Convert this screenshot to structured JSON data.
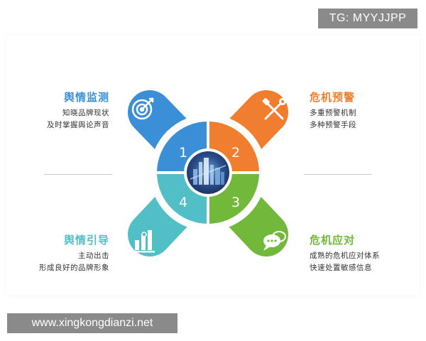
{
  "watermarks": {
    "tg": "TG: MYYJJPP",
    "site": "www.xingkongdianzi.net"
  },
  "center": {
    "numbers": [
      "1",
      "2",
      "3",
      "4"
    ]
  },
  "blocks": {
    "tl": {
      "title": "舆情监测",
      "lines": [
        "知晓品牌现状",
        "及时掌握舆论声音"
      ],
      "color": "#3a8fd6",
      "icon": "target-icon"
    },
    "tr": {
      "title": "危机预警",
      "lines": [
        "多重预警机制",
        "多种预警手段"
      ],
      "color": "#f07e2e",
      "icon": "tools-icon"
    },
    "bl": {
      "title": "舆情引导",
      "lines": [
        "主动出击",
        "形成良好的品牌形象"
      ],
      "color": "#52bfc7",
      "icon": "bar-chart-icon"
    },
    "br": {
      "title": "危机应对",
      "lines": [
        "成熟的危机应对体系",
        "快速处置敏感信息"
      ],
      "color": "#72b83a",
      "icon": "chat-bubbles-icon"
    }
  }
}
